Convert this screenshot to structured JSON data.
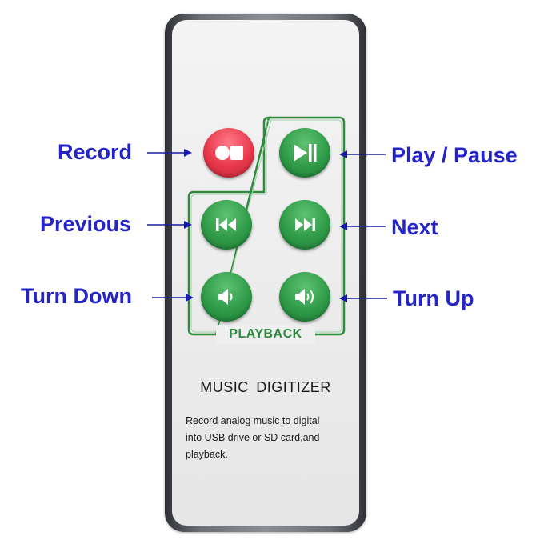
{
  "callouts": {
    "record": "Record",
    "play_pause": "Play / Pause",
    "previous": "Previous",
    "next": "Next",
    "turn_down": "Turn Down",
    "turn_up": "Turn Up"
  },
  "remote": {
    "playback_label": "PLAYBACK",
    "product_name": "MUSIC DIGITIZER",
    "description_lines": [
      "Record analog  music to digital",
      "into USB drive or SD card,and",
      "playback."
    ]
  },
  "buttons": {
    "record": "record-icon",
    "play_pause": "play-pause-icon",
    "previous": "skip-back-icon",
    "next": "skip-forward-icon",
    "turn_down": "volume-down-icon",
    "turn_up": "volume-up-icon"
  },
  "colors": {
    "callout_text": "#2424c8",
    "button_green": "#2f9b48",
    "button_red": "#e8384b",
    "outline_green": "#2f8a3e"
  }
}
